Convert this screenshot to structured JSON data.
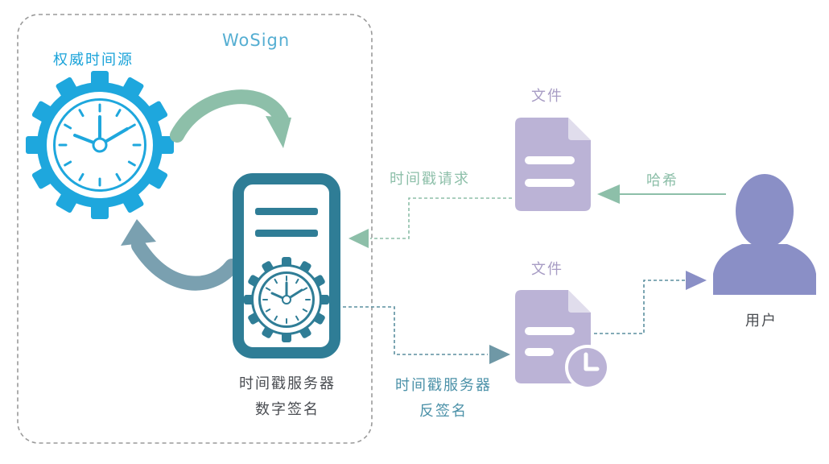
{
  "wosign_box": {
    "title": "WoSign"
  },
  "authority_source": {
    "label": "权威时间源"
  },
  "tsa_server": {
    "line1": "时间戳服务器",
    "line2": "数字签名"
  },
  "timestamp_request": {
    "label": "时间戳请求"
  },
  "return_signature": {
    "line1": "时间戳服务器",
    "line2": "反签名"
  },
  "file_top": {
    "label": "文件"
  },
  "file_bottom": {
    "label": "文件"
  },
  "hash": {
    "label": "哈希"
  },
  "user": {
    "label": "用户"
  },
  "colors": {
    "gear_blue": "#1ea7dd",
    "server_teal": "#2f7d96",
    "arrow_green": "#8dbfa9",
    "arrow_slate": "#7aa0b0",
    "doc_purple": "#bbb3d6",
    "user_purple": "#8a8fc6",
    "border_gray": "#999999"
  }
}
